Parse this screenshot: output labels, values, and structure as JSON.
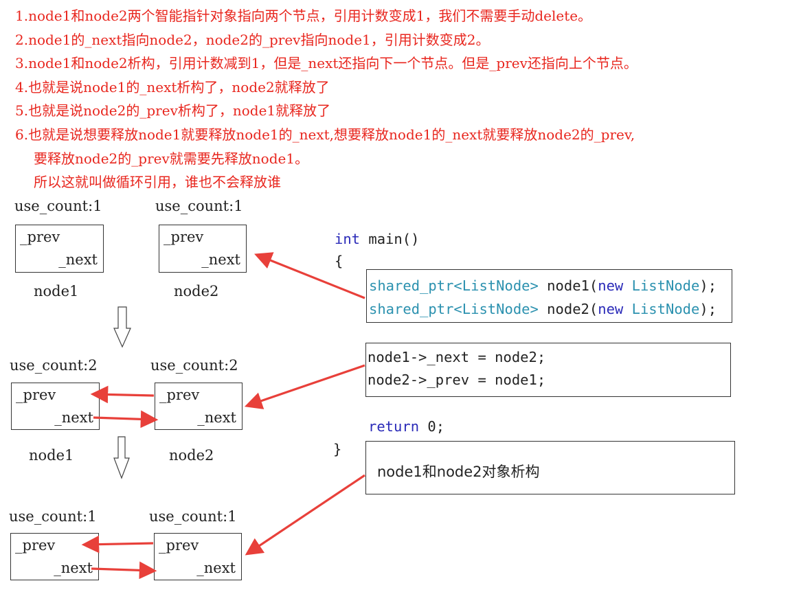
{
  "notes": [
    "1.node1和node2两个智能指针对象指向两个节点，引用计数变成1，我们不需要手动delete。",
    "2.node1的_next指向node2，node2的_prev指向node1，引用计数变成2。",
    "3.node1和node2析构，引用计数减到1，但是_next还指向下一个节点。但是_prev还指向上个节点。",
    "4.也就是说node1的_next析构了，node2就释放了",
    "5.也就是说node2的_prev析构了，node1就释放了",
    "6.也就是说想要释放node1就要释放node1的_next,想要释放node1的_next就要释放node2的_prev,",
    "要释放node2的_prev就需要先释放node1。",
    "所以这就叫做循环引用，谁也不会释放谁"
  ],
  "stages": [
    {
      "count1": "use_count:1",
      "count2": "use_count:1",
      "node1": "node1",
      "node2": "node2"
    },
    {
      "count1": "use_count:2",
      "count2": "use_count:2",
      "node1": "node1",
      "node2": "node2"
    },
    {
      "count1": "use_count:1",
      "count2": "use_count:1"
    }
  ],
  "field_prev": "_prev",
  "field_next": "_next",
  "code": {
    "int_kw": "int",
    "main_sig": " main()",
    "open_brace": "{",
    "shared_ptr_open": "shared_ptr<ListNode>",
    "node1_decl": " node1(",
    "node2_decl": " node2(",
    "new_kw": "new",
    "listnode_type": " ListNode",
    "decl_end": ");",
    "assign1": "node1->_next = node2;",
    "assign2": "node2->_prev = node1;",
    "return_kw": "return",
    "return_val": " 0;",
    "close_brace": "}",
    "destruct_note": "node1和node2对象析构"
  },
  "colors": {
    "note_text": "#e8261e",
    "arrow": "#e8403a",
    "keyword": "#2a2ab8",
    "type": "#2b91af"
  }
}
